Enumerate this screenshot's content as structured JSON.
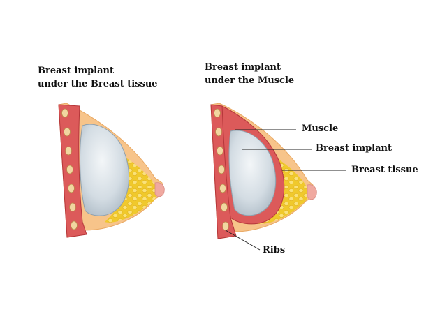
{
  "left_diagram": {
    "title_line1": "Breast implant",
    "title_line2": "under the Breast tissue"
  },
  "right_diagram": {
    "title_line1": "Breast implant",
    "title_line2": "under the Muscle"
  },
  "labels": {
    "muscle": "Muscle",
    "breast_implant": "Breast implant",
    "breast_tissue": "Breast tissue",
    "ribs": "Ribs"
  },
  "colors": {
    "skin": "#f7c48a",
    "muscle": "#dc5a5a",
    "muscle_outline": "#b5363a",
    "rib": "#f1d6a0",
    "rib_core": "#d9a861",
    "implant": "#c9d4dc",
    "implant_highlight": "#eef2f5",
    "fat": "#f3d23a",
    "fat_cell": "#f8e88a",
    "nipple": "#f0a9a0"
  }
}
